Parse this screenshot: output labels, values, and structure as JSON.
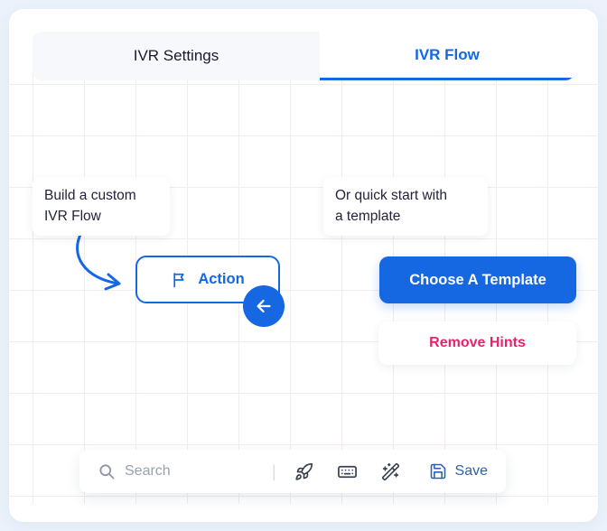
{
  "tabs": [
    {
      "label": "IVR Settings"
    },
    {
      "label": "IVR Flow"
    }
  ],
  "hints": {
    "build_line1": "Build a custom",
    "build_line2": "IVR Flow",
    "quick_line1": "Or quick start with",
    "quick_line2": "a template"
  },
  "canvas": {
    "action_label": "Action"
  },
  "panel": {
    "choose_template_label": "Choose A Template",
    "remove_hints_label": "Remove Hints"
  },
  "toolbar": {
    "search_placeholder": "Search",
    "divider": "|",
    "save_label": "Save"
  },
  "icons": {
    "search": "magnifier",
    "flag": "flag",
    "back": "arrow-left",
    "rocket": "rocket",
    "keyboard": "keyboard",
    "wand": "magic-wand-sparkles",
    "save": "floppy-disk"
  },
  "colors": {
    "accent": "#1567e2",
    "remove_hints": "#e6246e",
    "save": "#2e62a6",
    "background": "#ebf2fb"
  }
}
